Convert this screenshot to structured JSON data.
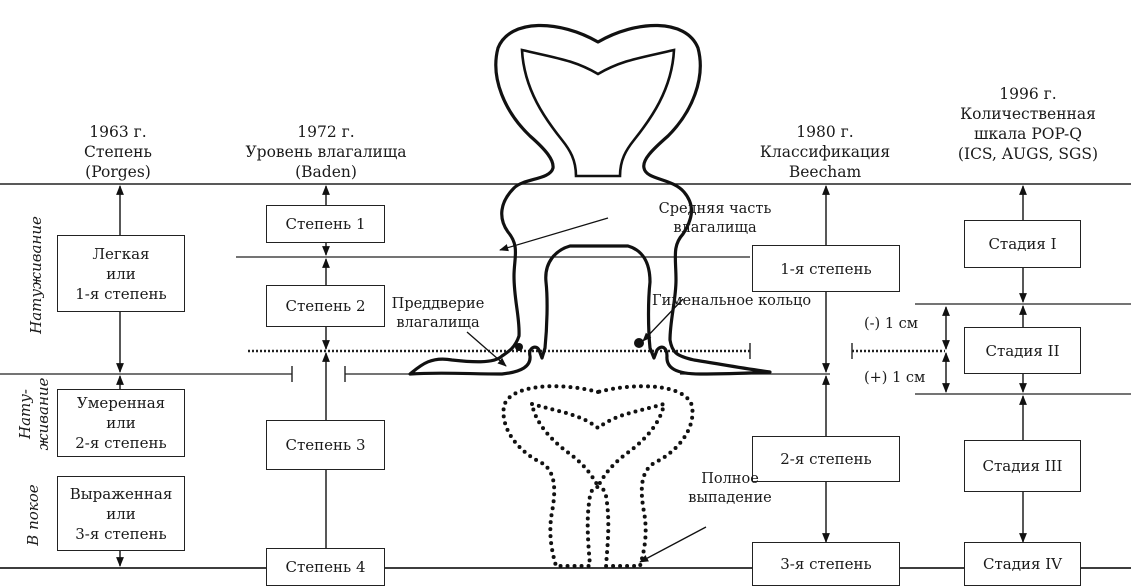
{
  "headers": {
    "porges": [
      "1963 г.",
      "Степень",
      "(Porges)"
    ],
    "baden": [
      "1972 г.",
      "Уровень влагалища",
      "(Baden)"
    ],
    "beecham": [
      "1980 г.",
      "Классификация",
      "Beecham"
    ],
    "popq": [
      "1996 г.",
      "Количественная",
      "шкала POP-Q",
      "(ICS, AUGS, SGS)"
    ]
  },
  "side_labels": {
    "straining": "Натуживание",
    "straining_short": [
      "Нату-",
      "живание"
    ],
    "rest": "В покое"
  },
  "porges_boxes": [
    [
      "Легкая",
      "или",
      "1-я степень"
    ],
    [
      "Умеренная",
      "или",
      "2-я степень"
    ],
    [
      "Выраженная",
      "или",
      "3-я степень"
    ]
  ],
  "baden_boxes": [
    "Степень 1",
    "Степень 2",
    "Степень 3",
    "Степень 4"
  ],
  "beecham_boxes": [
    "1-я степень",
    "2-я степень",
    "3-я степень"
  ],
  "popq_boxes": [
    "Стадия I",
    "Стадия II",
    "Стадия III",
    "Стадия IV"
  ],
  "anatomy_labels": {
    "mid_vagina": [
      "Средняя часть",
      "влагалища"
    ],
    "vestibule": [
      "Преддверие",
      "влагалища"
    ],
    "hymen": "Гименальное кольцо",
    "complete_prolapse": [
      "Полное",
      "выпадение"
    ]
  },
  "measure_labels": {
    "minus": "(-) 1 см",
    "plus": "(+) 1 см"
  }
}
